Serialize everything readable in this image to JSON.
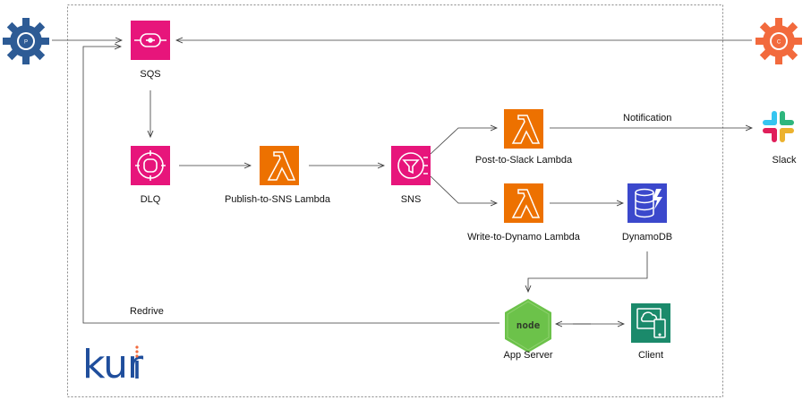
{
  "nodes": {
    "sqs": {
      "label": "SQS",
      "color": "#e7157b"
    },
    "dlq": {
      "label": "DLQ",
      "color": "#e7157b"
    },
    "publish_lambda": {
      "label": "Publish-to-SNS Lambda",
      "color": "#ed7100"
    },
    "sns": {
      "label": "SNS",
      "color": "#e7157b"
    },
    "slack_lambda": {
      "label": "Post-to-Slack Lambda",
      "color": "#ed7100"
    },
    "dynamo_lambda": {
      "label": "Write-to-Dynamo Lambda",
      "color": "#ed7100"
    },
    "dynamodb": {
      "label": "DynamoDB",
      "color": "#3b48cc"
    },
    "slack": {
      "label": "Slack"
    },
    "app_server": {
      "label": "App Server",
      "color": "#6cc24a"
    },
    "client": {
      "label": "Client",
      "color": "#1b8a6b"
    }
  },
  "gears": {
    "producer": {
      "letter": "P",
      "color": "#2d5b95"
    },
    "consumer": {
      "letter": "C",
      "color": "#f26a3d"
    }
  },
  "edges": {
    "notification": "Notification",
    "redrive": "Redrive"
  },
  "logo": {
    "text": "kur",
    "color": "#1f4e9c",
    "accent": "#f26a3d"
  }
}
